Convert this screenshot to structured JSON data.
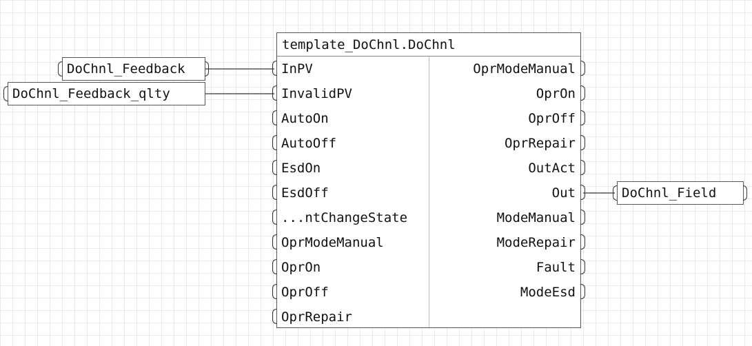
{
  "block": {
    "title": "template_DoChnl.DoChnl",
    "inputs": [
      "InPV",
      "InvalidPV",
      "AutoOn",
      "AutoOff",
      "EsdOn",
      "EsdOff",
      "...ntChangeState",
      "OprModeManual",
      "OprOn",
      "OprOff",
      "OprRepair"
    ],
    "outputs": [
      "OprModeManual",
      "OprOn",
      "OprOff",
      "OprRepair",
      "OutAct",
      "Out",
      "ModeManual",
      "ModeRepair",
      "Fault",
      "ModeEsd"
    ]
  },
  "tags": {
    "feedback": "DoChnl_Feedback",
    "feedback_qlty": "DoChnl_Feedback_qlty",
    "field": "DoChnl_Field"
  },
  "colors": {
    "grid": "#e9e9e9",
    "border": "#555555",
    "wire": "#555555"
  }
}
